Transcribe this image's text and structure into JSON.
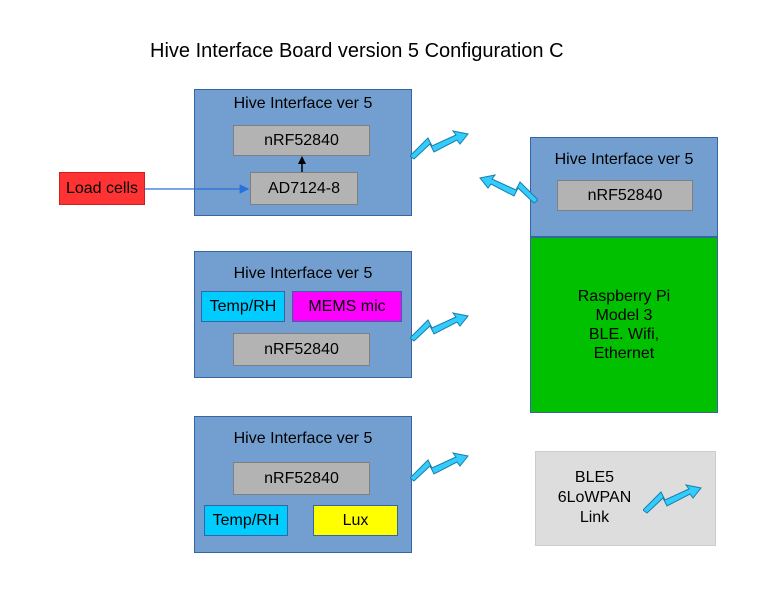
{
  "title": "Hive Interface Board version 5 Configuration C",
  "colors": {
    "board": "#729fcf",
    "chip": "#b3b3b3",
    "load_cells": "#ff3333",
    "temp_rh": "#00ccff",
    "mems_mic": "#ff00ff",
    "lux": "#ffff00",
    "raspberry_pi": "#00c000",
    "wireless_link": "#33ccff",
    "legend": "#dddddd"
  },
  "board1": {
    "title": "Hive Interface ver 5",
    "radio": "nRF52840",
    "adc": "AD7124-8"
  },
  "load_cells": "Load cells",
  "board2": {
    "title": "Hive Interface ver 5",
    "sensor1": "Temp/RH",
    "sensor2": "MEMS mic",
    "radio": "nRF52840"
  },
  "board3": {
    "title": "Hive Interface ver 5",
    "radio": "nRF52840",
    "sensor1": "Temp/RH",
    "sensor2": "Lux"
  },
  "gateway": {
    "title": "Hive Interface ver 5",
    "radio": "nRF52840",
    "pi_lines": [
      "Raspberry Pi",
      "Model 3",
      "BLE. Wifi,",
      "Ethernet"
    ]
  },
  "legend": {
    "lines": [
      "BLE5",
      "6LoWPAN",
      "Link"
    ],
    "icon": "wireless-link-icon"
  }
}
